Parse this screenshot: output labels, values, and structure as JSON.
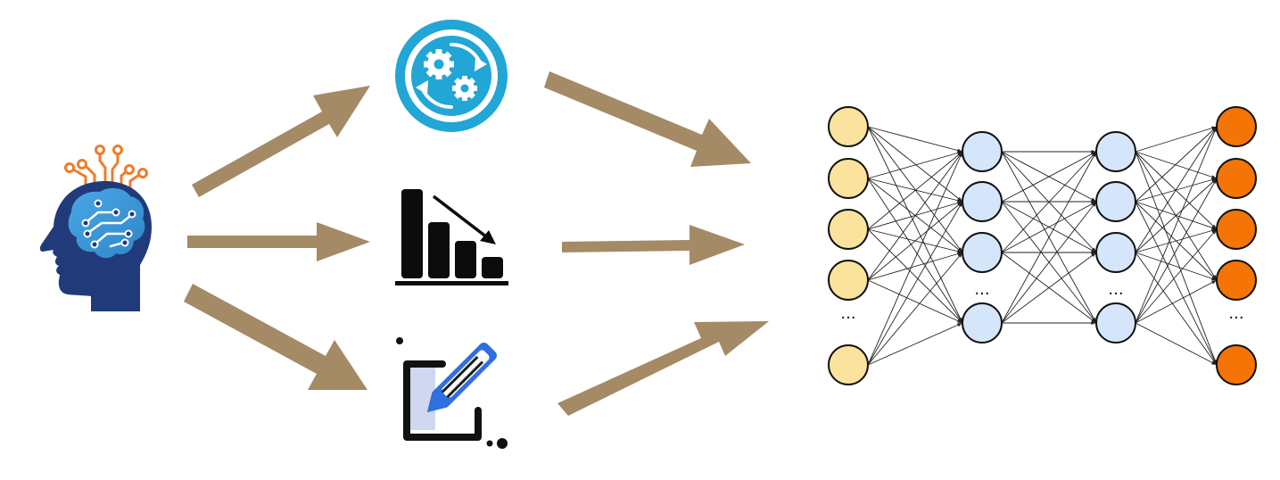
{
  "colors": {
    "arrow": "#a48a65",
    "head_navy": "#213a7a",
    "brain_blue": "#3e9bd8",
    "circuit_orange": "#ee7d2c",
    "gear_ring": "#21a6d5",
    "chart_black": "#0c0c0c",
    "edit_blue": "#2f6fe0",
    "edit_fill": "#cfd8ef",
    "input_node": "#fbe39e",
    "hidden_node": "#d6e6fa",
    "output_node": "#f57406",
    "node_stroke": "#111111",
    "edge": "#222222"
  },
  "icons": {
    "source": "ai-brain-head-icon",
    "top": "automation-gears-icon",
    "middle": "decreasing-bar-chart-icon",
    "bottom": "edit-pencil-icon",
    "target": "neural-network-icon"
  },
  "network": {
    "layers": [
      {
        "role": "input",
        "visible_nodes": 5,
        "has_ellipsis": true
      },
      {
        "role": "hidden",
        "visible_nodes": 4,
        "has_ellipsis": true
      },
      {
        "role": "hidden",
        "visible_nodes": 4,
        "has_ellipsis": true
      },
      {
        "role": "output",
        "visible_nodes": 5,
        "has_ellipsis": true
      }
    ],
    "ellipsis": "..."
  }
}
